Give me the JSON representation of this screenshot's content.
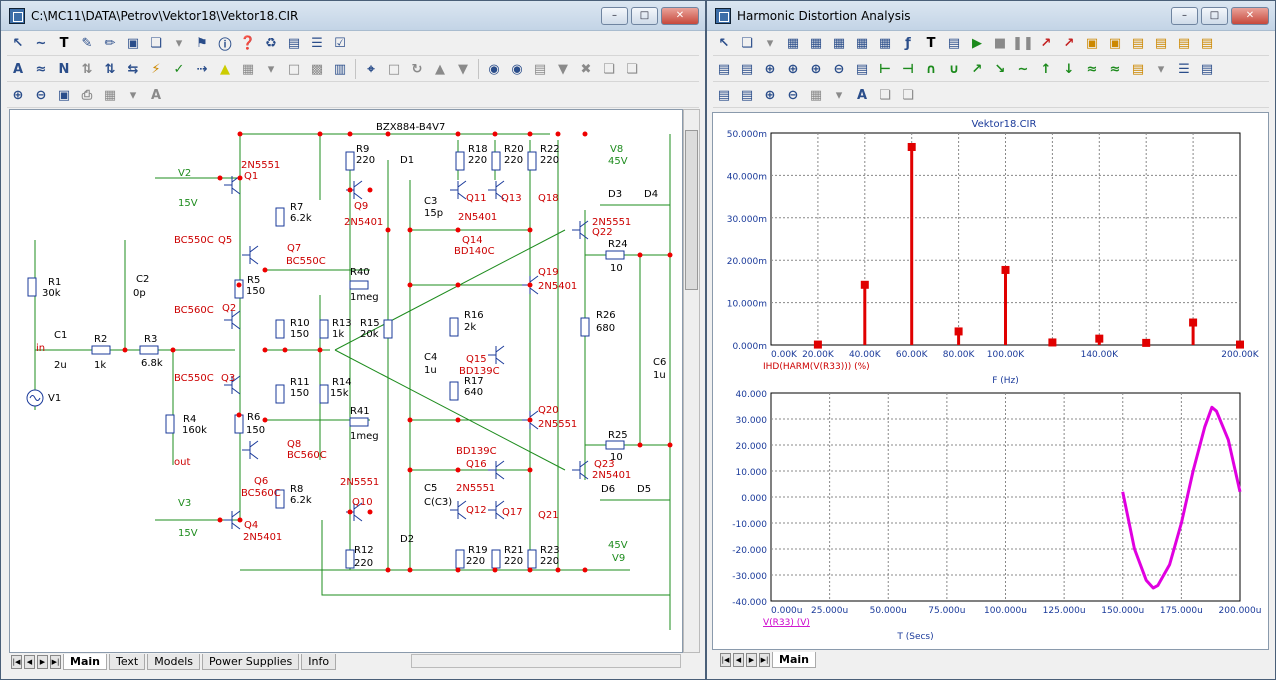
{
  "left_window": {
    "title": "C:\\MC11\\DATA\\Petrov\\Vektor18\\Vektor18.CIR",
    "tabs": [
      "Main",
      "Text",
      "Models",
      "Power Supplies",
      "Info"
    ],
    "active_tab": "Main"
  },
  "right_window": {
    "title": "Harmonic Distortion Analysis",
    "tabs": [
      "Main"
    ],
    "active_tab": "Main"
  },
  "schematic": {
    "labels": [
      {
        "id": "bzx",
        "text": "BZX884-B4V7"
      },
      {
        "id": "r9",
        "text": "R9"
      },
      {
        "id": "r9v",
        "text": "220"
      },
      {
        "id": "d1",
        "text": "D1"
      },
      {
        "id": "r18",
        "text": "R18"
      },
      {
        "id": "r18v",
        "text": "220"
      },
      {
        "id": "r20",
        "text": "R20"
      },
      {
        "id": "r20v",
        "text": "220"
      },
      {
        "id": "r22",
        "text": "R22"
      },
      {
        "id": "r22v",
        "text": "220"
      },
      {
        "id": "v8",
        "text": "V8"
      },
      {
        "id": "v8v",
        "text": "45V"
      },
      {
        "id": "q1m",
        "text": "2N5551"
      },
      {
        "id": "q1",
        "text": "Q1"
      },
      {
        "id": "v2",
        "text": "V2"
      },
      {
        "id": "v2v",
        "text": "15V"
      },
      {
        "id": "r7",
        "text": "R7"
      },
      {
        "id": "r7v",
        "text": "6.2k"
      },
      {
        "id": "q9",
        "text": "Q9"
      },
      {
        "id": "q9m",
        "text": "2N5401"
      },
      {
        "id": "c3",
        "text": "C3"
      },
      {
        "id": "c3v",
        "text": "15p"
      },
      {
        "id": "q11",
        "text": "Q11"
      },
      {
        "id": "q11m",
        "text": "2N5401"
      },
      {
        "id": "q13",
        "text": "Q13"
      },
      {
        "id": "q18",
        "text": "Q18"
      },
      {
        "id": "d3",
        "text": "D3"
      },
      {
        "id": "d4",
        "text": "D4"
      },
      {
        "id": "q22m",
        "text": "2N5551"
      },
      {
        "id": "q22",
        "text": "Q22"
      },
      {
        "id": "bc550c1",
        "text": "BC550C"
      },
      {
        "id": "q5",
        "text": "Q5"
      },
      {
        "id": "q7",
        "text": "Q7"
      },
      {
        "id": "q7m",
        "text": "BC550C"
      },
      {
        "id": "q14",
        "text": "Q14"
      },
      {
        "id": "q14m",
        "text": "BD140C"
      },
      {
        "id": "r24",
        "text": "R24"
      },
      {
        "id": "r24v",
        "text": "10"
      },
      {
        "id": "r1",
        "text": "R1"
      },
      {
        "id": "r1v",
        "text": "30k"
      },
      {
        "id": "c2",
        "text": "C2"
      },
      {
        "id": "c2v",
        "text": "0p"
      },
      {
        "id": "r5",
        "text": "R5"
      },
      {
        "id": "r5v",
        "text": "150"
      },
      {
        "id": "r40",
        "text": "R40"
      },
      {
        "id": "r40v",
        "text": "1meg"
      },
      {
        "id": "q19",
        "text": "Q19"
      },
      {
        "id": "q19m",
        "text": "2N5401"
      },
      {
        "id": "bc560c1",
        "text": "BC560C"
      },
      {
        "id": "q2",
        "text": "Q2"
      },
      {
        "id": "r10",
        "text": "R10"
      },
      {
        "id": "r10v",
        "text": "150"
      },
      {
        "id": "r13",
        "text": "R13"
      },
      {
        "id": "r13v",
        "text": "1k"
      },
      {
        "id": "r15",
        "text": "R15"
      },
      {
        "id": "r15v",
        "text": "20k"
      },
      {
        "id": "r16",
        "text": "R16"
      },
      {
        "id": "r16v",
        "text": "2k"
      },
      {
        "id": "r26",
        "text": "R26"
      },
      {
        "id": "r26v",
        "text": "680"
      },
      {
        "id": "c1",
        "text": "C1"
      },
      {
        "id": "c1v",
        "text": "2u"
      },
      {
        "id": "r2",
        "text": "R2"
      },
      {
        "id": "r2v",
        "text": "1k"
      },
      {
        "id": "r3",
        "text": "R3"
      },
      {
        "id": "r3v",
        "text": "6.8k"
      },
      {
        "id": "in",
        "text": "in"
      },
      {
        "id": "c4",
        "text": "C4"
      },
      {
        "id": "c4v",
        "text": "1u"
      },
      {
        "id": "q15",
        "text": "Q15"
      },
      {
        "id": "q15m",
        "text": "BD139C"
      },
      {
        "id": "c6",
        "text": "C6"
      },
      {
        "id": "c6v",
        "text": "1u"
      },
      {
        "id": "bc550c2",
        "text": "BC550C"
      },
      {
        "id": "q3",
        "text": "Q3"
      },
      {
        "id": "r11",
        "text": "R11"
      },
      {
        "id": "r11v",
        "text": "150"
      },
      {
        "id": "r14",
        "text": "R14"
      },
      {
        "id": "r14v",
        "text": "15k"
      },
      {
        "id": "r17",
        "text": "R17"
      },
      {
        "id": "r17v",
        "text": "640"
      },
      {
        "id": "v1",
        "text": "V1"
      },
      {
        "id": "r41",
        "text": "R41"
      },
      {
        "id": "r41v",
        "text": "1meg"
      },
      {
        "id": "q20",
        "text": "Q20"
      },
      {
        "id": "q20m",
        "text": "2N5551"
      },
      {
        "id": "r4",
        "text": "R4"
      },
      {
        "id": "r4v",
        "text": "160k"
      },
      {
        "id": "r6",
        "text": "R6"
      },
      {
        "id": "r6v",
        "text": "150"
      },
      {
        "id": "q8",
        "text": "Q8"
      },
      {
        "id": "q8m",
        "text": "BC560C"
      },
      {
        "id": "r25",
        "text": "R25"
      },
      {
        "id": "r25v",
        "text": "10"
      },
      {
        "id": "out",
        "text": "out"
      },
      {
        "id": "bd139c",
        "text": "BD139C"
      },
      {
        "id": "q16",
        "text": "Q16"
      },
      {
        "id": "q23",
        "text": "Q23"
      },
      {
        "id": "q23m",
        "text": "2N5401"
      },
      {
        "id": "q6",
        "text": "Q6"
      },
      {
        "id": "q6m",
        "text": "BC560C"
      },
      {
        "id": "r8",
        "text": "R8"
      },
      {
        "id": "r8v",
        "text": "6.2k"
      },
      {
        "id": "q10m",
        "text": "2N5551"
      },
      {
        "id": "q10",
        "text": "Q10"
      },
      {
        "id": "c5",
        "text": "C5"
      },
      {
        "id": "c5v",
        "text": "C(C3)"
      },
      {
        "id": "q16m",
        "text": "2N5551"
      },
      {
        "id": "d6",
        "text": "D6"
      },
      {
        "id": "d5",
        "text": "D5"
      },
      {
        "id": "v3",
        "text": "V3"
      },
      {
        "id": "v3v",
        "text": "15V"
      },
      {
        "id": "q4",
        "text": "Q4"
      },
      {
        "id": "q4m",
        "text": "2N5401"
      },
      {
        "id": "q12",
        "text": "Q12"
      },
      {
        "id": "q17",
        "text": "Q17"
      },
      {
        "id": "q21",
        "text": "Q21"
      },
      {
        "id": "r12",
        "text": "R12"
      },
      {
        "id": "r12v",
        "text": "220"
      },
      {
        "id": "d2",
        "text": "D2"
      },
      {
        "id": "r19",
        "text": "R19"
      },
      {
        "id": "r19v",
        "text": "220"
      },
      {
        "id": "r21",
        "text": "R21"
      },
      {
        "id": "r21v",
        "text": "220"
      },
      {
        "id": "r23",
        "text": "R23"
      },
      {
        "id": "r23v",
        "text": "220"
      },
      {
        "id": "v9v",
        "text": "45V"
      },
      {
        "id": "v9",
        "text": "V9"
      }
    ]
  },
  "chart_data": [
    {
      "type": "bar",
      "title": "Vektor18.CIR",
      "xlabel": "F (Hz)",
      "series_label": "IHD(HARM(V(R33))) (%)",
      "xlim": [
        0,
        200000
      ],
      "ylim": [
        0,
        0.05
      ],
      "x_ticks": [
        "0.00K",
        "20.00K",
        "40.00K",
        "60.00K",
        "80.00K",
        "100.00K",
        "140.00K",
        "200.00K"
      ],
      "y_ticks": [
        "0.000m",
        "10.000m",
        "20.000m",
        "30.000m",
        "40.000m",
        "50.000m"
      ],
      "x": [
        20000,
        40000,
        60000,
        80000,
        100000,
        120000,
        140000,
        160000,
        180000,
        200000
      ],
      "values": [
        0.0001,
        0.0142,
        0.0467,
        0.0032,
        0.0177,
        0.0006,
        0.0015,
        0.0005,
        0.0053,
        0.0001
      ],
      "color": "#e00000"
    },
    {
      "type": "line",
      "xlabel": "T (Secs)",
      "series_label": "V(R33) (V)",
      "xlim": [
        0,
        0.0002
      ],
      "ylim": [
        -40,
        40
      ],
      "x_ticks": [
        "0.000u",
        "25.000u",
        "50.000u",
        "75.000u",
        "100.000u",
        "125.000u",
        "150.000u",
        "175.000u",
        "200.000u"
      ],
      "y_ticks": [
        "-40.000",
        "-30.000",
        "-20.000",
        "-10.000",
        "0.000",
        "10.000",
        "20.000",
        "30.000",
        "40.000"
      ],
      "x": [
        0.00015,
        0.000155,
        0.00016,
        0.000163,
        0.000165,
        0.00017,
        0.000175,
        0.00018,
        0.000185,
        0.000188,
        0.00019,
        0.000195,
        0.0002
      ],
      "values": [
        2,
        -20,
        -32,
        -35,
        -34,
        -26,
        -10,
        10,
        27,
        34.5,
        33,
        22,
        2
      ],
      "color": "#e000e0"
    }
  ]
}
